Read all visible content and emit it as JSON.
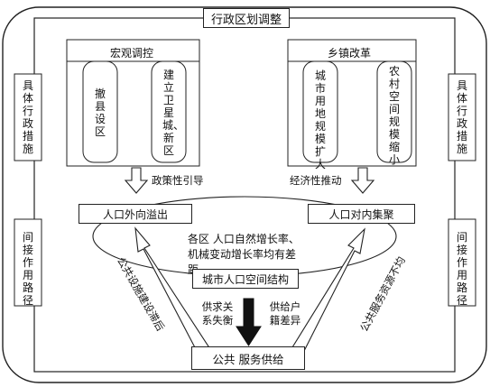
{
  "title": "行政区划调整",
  "macro": {
    "title": "宏观调控",
    "left": "撤县设区",
    "right": "建立卫星城、新区"
  },
  "town": {
    "title": "乡镇改革",
    "left": "城市用地规模扩大",
    "right": "农村空间规模缩小"
  },
  "side": {
    "left_top": "具体行政措施",
    "left_bottom": "间接作用路径",
    "right_top": "具体行政措施",
    "right_bottom": "间接作用路径"
  },
  "arrows": {
    "policy": "政策性引导",
    "economic": "经济性推动",
    "left_diag": "公共设施建设滞后",
    "right_diag": "公共服务资源不均",
    "supply_left": "供求关系失衡",
    "supply_right": "供给户籍差异"
  },
  "boxes": {
    "outflow": "人口外向溢出",
    "inflow": "人口对内集聚",
    "structure": "城市人口空间结构",
    "service": "公共 服务供给"
  },
  "ellipse_text": "各区 人口自然增长率、机械变动增长率均有差距"
}
